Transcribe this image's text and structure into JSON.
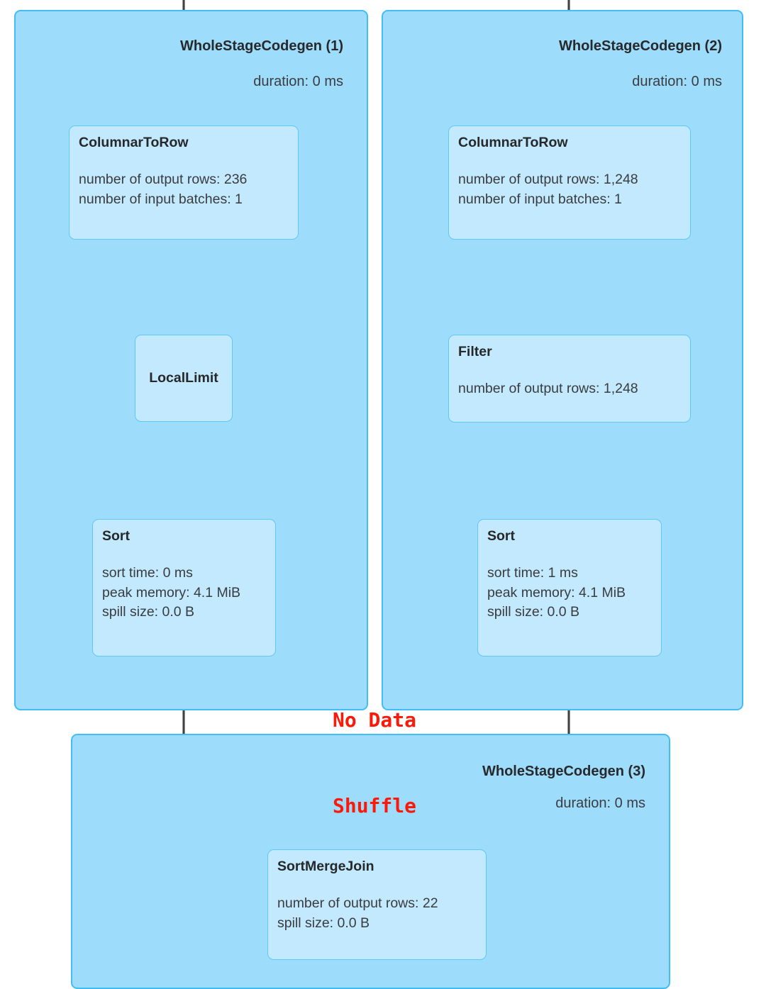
{
  "diagram": {
    "kind": "spark-sql-query-plan",
    "colors": {
      "stage_fill": "#9edcfc",
      "stage_border": "#43bdf5",
      "node_fill": "#c2e9fd",
      "node_border": "#5fc8f7",
      "edge": "#3f4042",
      "text": "#26282a",
      "annotation": "#fb1a09",
      "background": "#ffffff"
    },
    "annotation": {
      "line1": "No Data",
      "line2": "Shuffle"
    },
    "stages": [
      {
        "id": "stage1",
        "title": "WholeStageCodegen (1)",
        "duration": "duration: 0 ms",
        "nodes": [
          {
            "id": "columnartorow-1",
            "title": "ColumnarToRow",
            "metrics": [
              "number of output rows: 236",
              "number of input batches: 1"
            ]
          },
          {
            "id": "locallimit-1",
            "title": "LocalLimit",
            "metrics": []
          },
          {
            "id": "sort-1",
            "title": "Sort",
            "metrics": [
              "sort time: 0 ms",
              "peak memory: 4.1 MiB",
              "spill size: 0.0 B"
            ]
          }
        ]
      },
      {
        "id": "stage2",
        "title": "WholeStageCodegen (2)",
        "duration": "duration: 0 ms",
        "nodes": [
          {
            "id": "columnartorow-2",
            "title": "ColumnarToRow",
            "metrics": [
              "number of output rows: 1,248",
              "number of input batches: 1"
            ]
          },
          {
            "id": "filter-2",
            "title": "Filter",
            "metrics": [
              "number of output rows: 1,248"
            ]
          },
          {
            "id": "sort-2",
            "title": "Sort",
            "metrics": [
              "sort time: 1 ms",
              "peak memory: 4.1 MiB",
              "spill size: 0.0 B"
            ]
          }
        ]
      },
      {
        "id": "stage3",
        "title": "WholeStageCodegen (3)",
        "duration": "duration: 0 ms",
        "nodes": [
          {
            "id": "sortmergejoin-3",
            "title": "SortMergeJoin",
            "metrics": [
              "number of output rows: 22",
              "spill size: 0.0 B"
            ]
          }
        ]
      }
    ]
  }
}
